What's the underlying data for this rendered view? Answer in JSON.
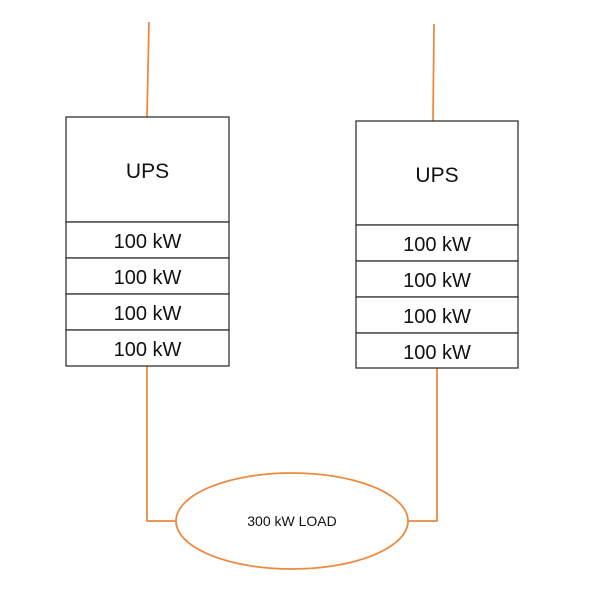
{
  "colors": {
    "wire": "#ED8A3F",
    "box_stroke": "#333333",
    "text": "#111111"
  },
  "ups_units": [
    {
      "label": "UPS",
      "modules": [
        "100 kW",
        "100 kW",
        "100 kW",
        "100 kW"
      ]
    },
    {
      "label": "UPS",
      "modules": [
        "100 kW",
        "100 kW",
        "100 kW",
        "100 kW"
      ]
    }
  ],
  "load": {
    "label": "300 kW LOAD"
  }
}
